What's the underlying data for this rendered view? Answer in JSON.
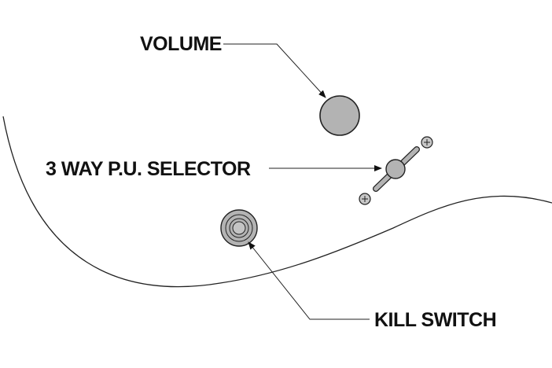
{
  "labels": {
    "volume": "VOLUME",
    "selector": "3 WAY P.U. SELECTOR",
    "kill_switch": "KILL SWITCH"
  },
  "colors": {
    "line": "#222222",
    "knob_fill": "#b3b3b3",
    "text": "#111111"
  },
  "icons": {
    "volume": "volume-knob-icon",
    "selector": "toggle-switch-icon",
    "kill_switch": "push-button-icon",
    "screw": "phillips-screw-icon"
  }
}
